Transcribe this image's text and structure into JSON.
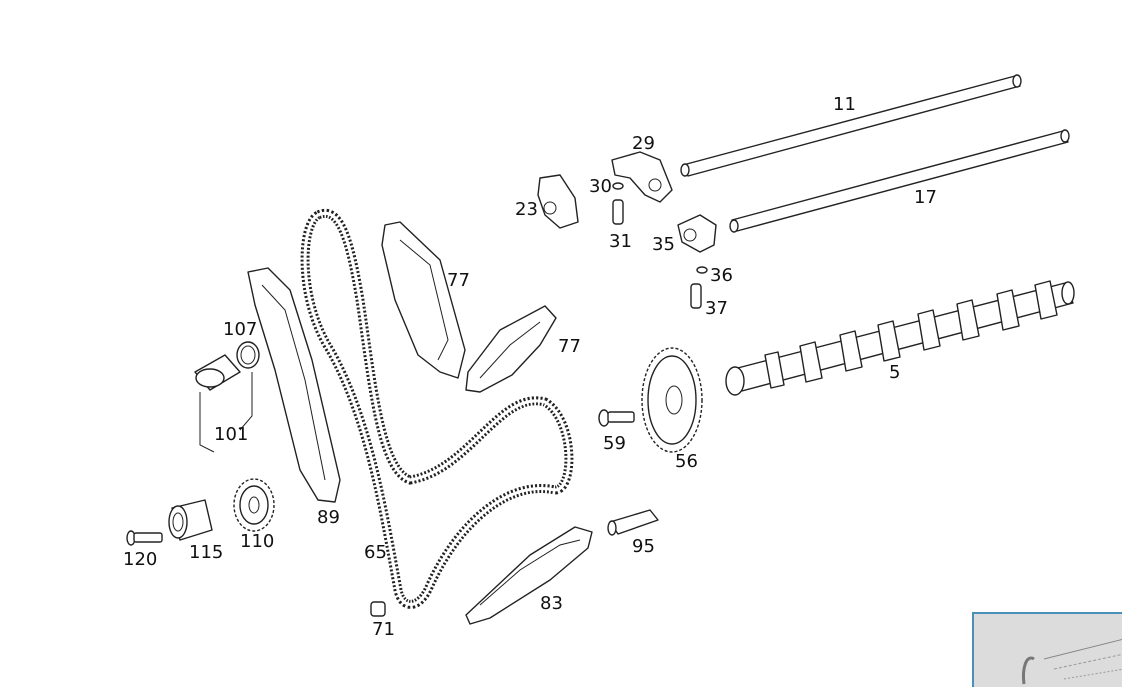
{
  "diagram": {
    "labels": {
      "p11": "11",
      "p17": "17",
      "p29": "29",
      "p30": "30",
      "p23": "23",
      "p31": "31",
      "p35": "35",
      "p36": "36",
      "p37": "37",
      "p77a": "77",
      "p77b": "77",
      "p107": "107",
      "p101": "101",
      "p5": "5",
      "p59": "59",
      "p56": "56",
      "p89": "89",
      "p120": "120",
      "p115": "115",
      "p110": "110",
      "p65": "65",
      "p95": "95",
      "p83": "83",
      "p71": "71"
    }
  },
  "colors": {
    "line": "#222222",
    "thumb_border": "#4a90b8",
    "thumb_bg": "#dcdcdc"
  }
}
